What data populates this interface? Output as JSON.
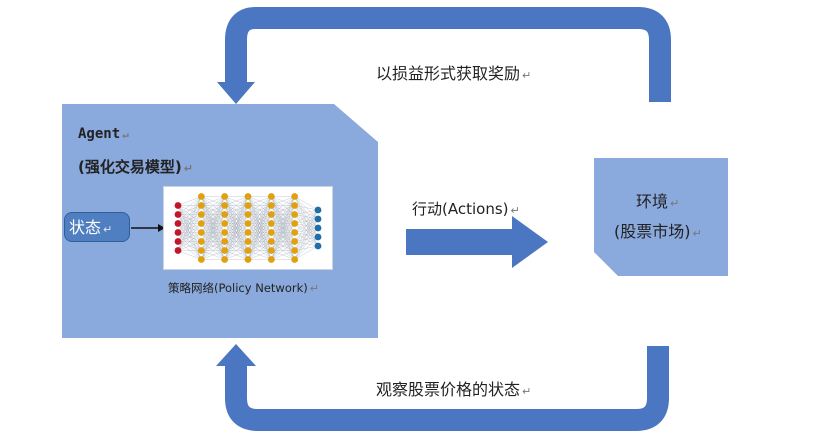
{
  "agent": {
    "title": "Agent",
    "subtitle": "(强化交易模型)",
    "state_label": "状态",
    "network_label": "策略网络(Policy Network)"
  },
  "environment": {
    "title": "环境",
    "subtitle": "(股票市场)"
  },
  "flows": {
    "action_label": "行动(Actions)",
    "reward_label": "以损益形式获取奖励",
    "observe_label": "观察股票价格的状态"
  },
  "network": {
    "layer_sizes": [
      6,
      8,
      8,
      8,
      8,
      8,
      5
    ],
    "layer_colors": [
      "#c0182a",
      "#e0a010",
      "#e0a010",
      "#e0a010",
      "#e0a010",
      "#e0a010",
      "#1f6ea8"
    ]
  },
  "colors": {
    "loop_arrow": "#4a76c2",
    "agent_fill": "#8aa9dc",
    "env_fill": "#8aa9dc",
    "state_fill": "#4f7fc0"
  }
}
